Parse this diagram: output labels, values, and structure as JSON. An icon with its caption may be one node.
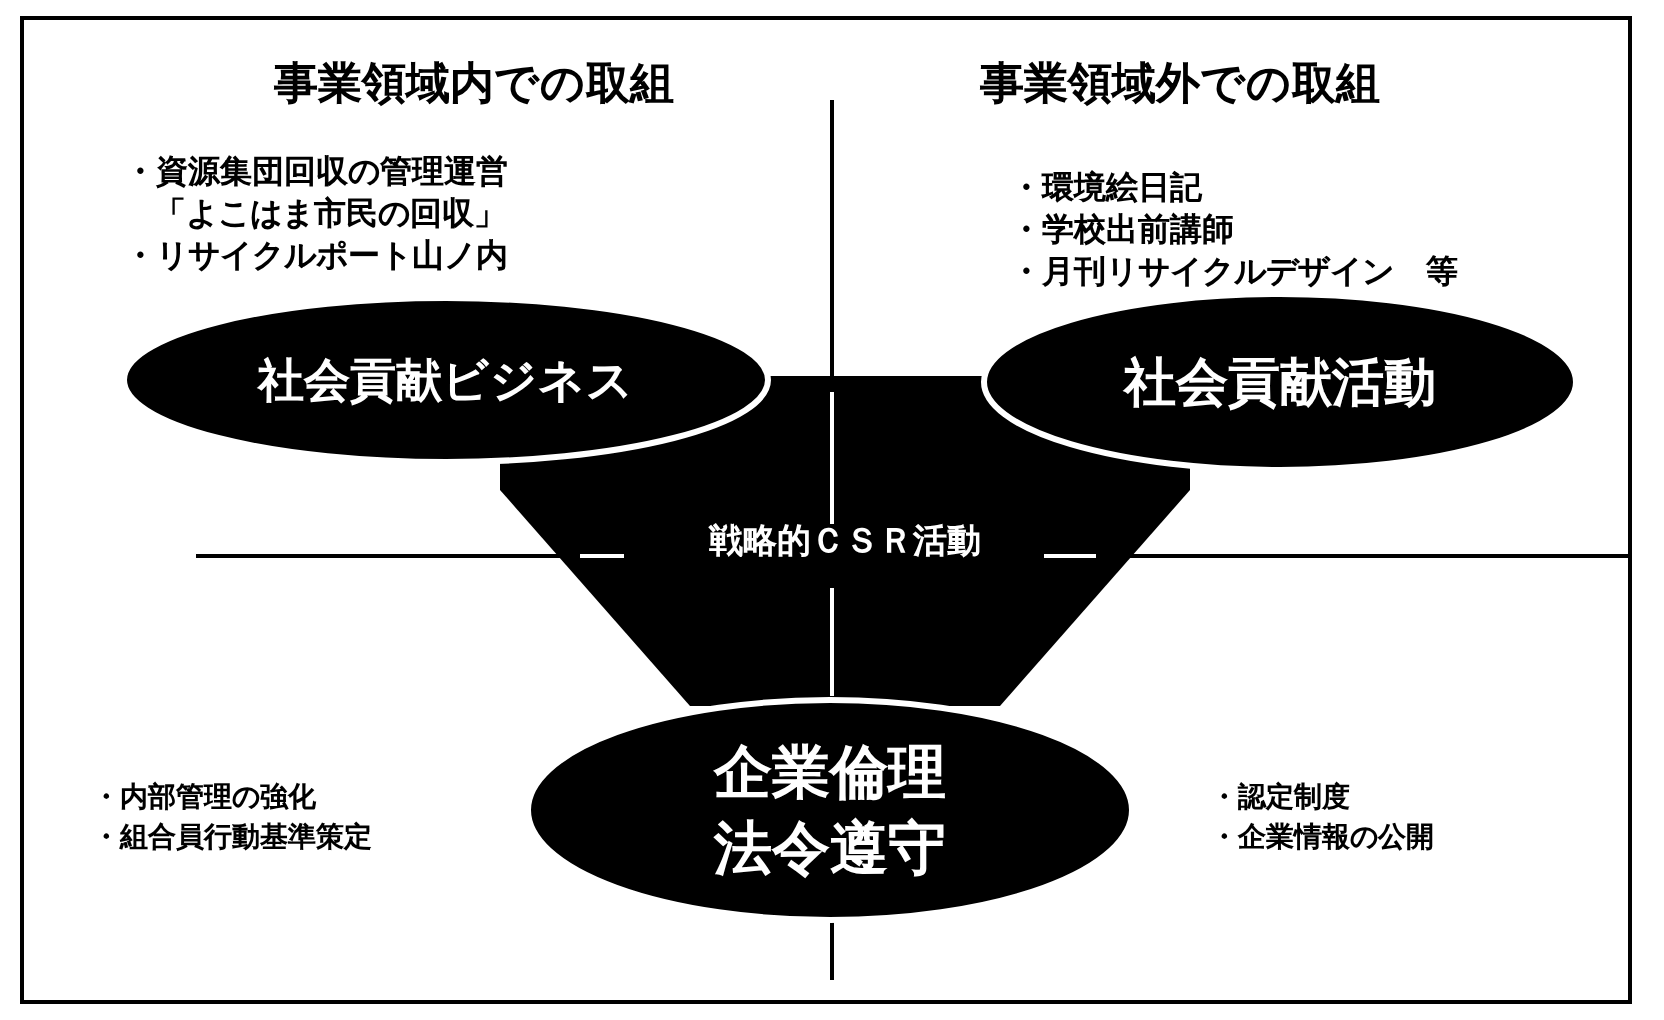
{
  "diagram": {
    "nodes": [
      {
        "text": [
          "戦略的ＣＳＲ活動"
        ]
      },
      {
        "text": [
          "社会貢献ビジネス"
        ]
      },
      {
        "text": [
          "社会貢献活動"
        ]
      },
      {
        "text": [
          "企業倫理法令遵守"
        ]
      }
    ],
    "edges": [],
    "labels": [
      "事業領域内での取組",
      "事業領域外での取組",
      "・資源集団回収の管理運営",
      "「よこはま市民の回収」",
      "・リサイクルポート山ノ内",
      "・環境絵日記",
      "・学校出前講師",
      "・月刊リサイクルデザイン　等",
      "・内部管理の強化",
      "・組合員行動基準策定",
      "・認定制度",
      "・企業情報の公開"
    ]
  }
}
